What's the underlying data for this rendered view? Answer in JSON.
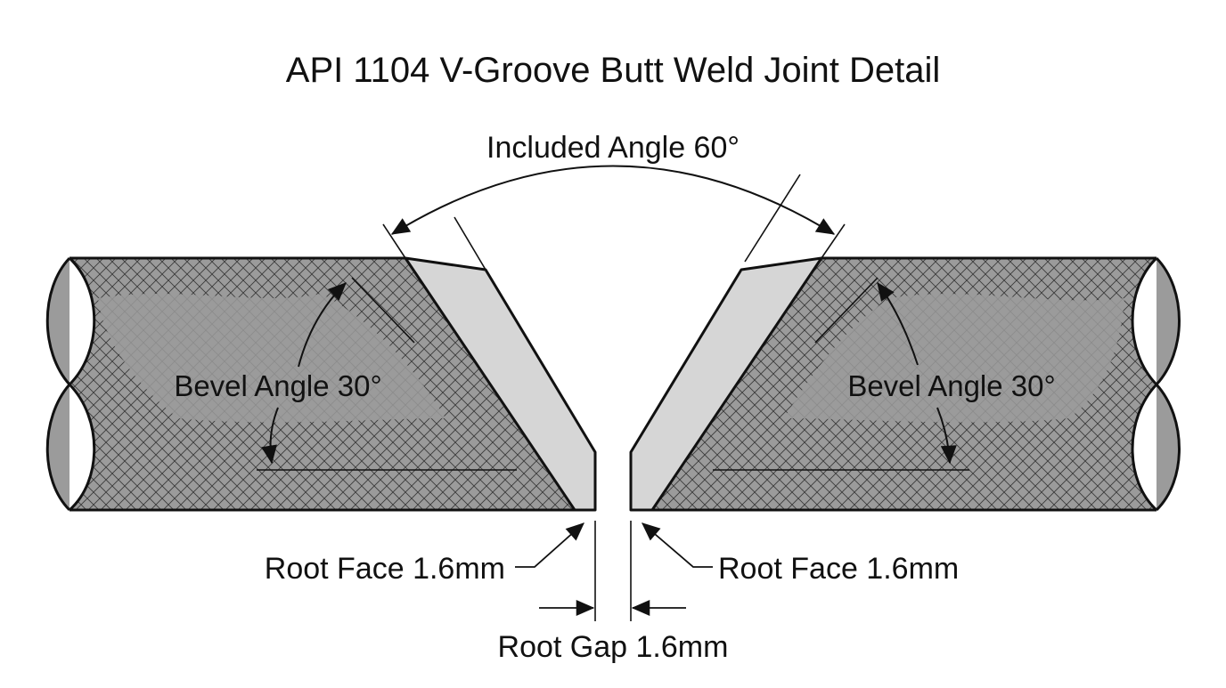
{
  "title": "API 1104 V-Groove Butt Weld Joint Detail",
  "labels": {
    "included_angle": "Included Angle 60°",
    "bevel_left": "Bevel Angle 30°",
    "bevel_right": "Bevel Angle 30°",
    "root_face_left": "Root Face 1.6mm",
    "root_face_right": "Root Face 1.6mm",
    "root_gap": "Root Gap 1.6mm"
  },
  "colors": {
    "pipe_fill": "#9b9b9b",
    "bevel_face_fill": "#d6d6d6",
    "line": "#111111",
    "background": "#ffffff"
  }
}
